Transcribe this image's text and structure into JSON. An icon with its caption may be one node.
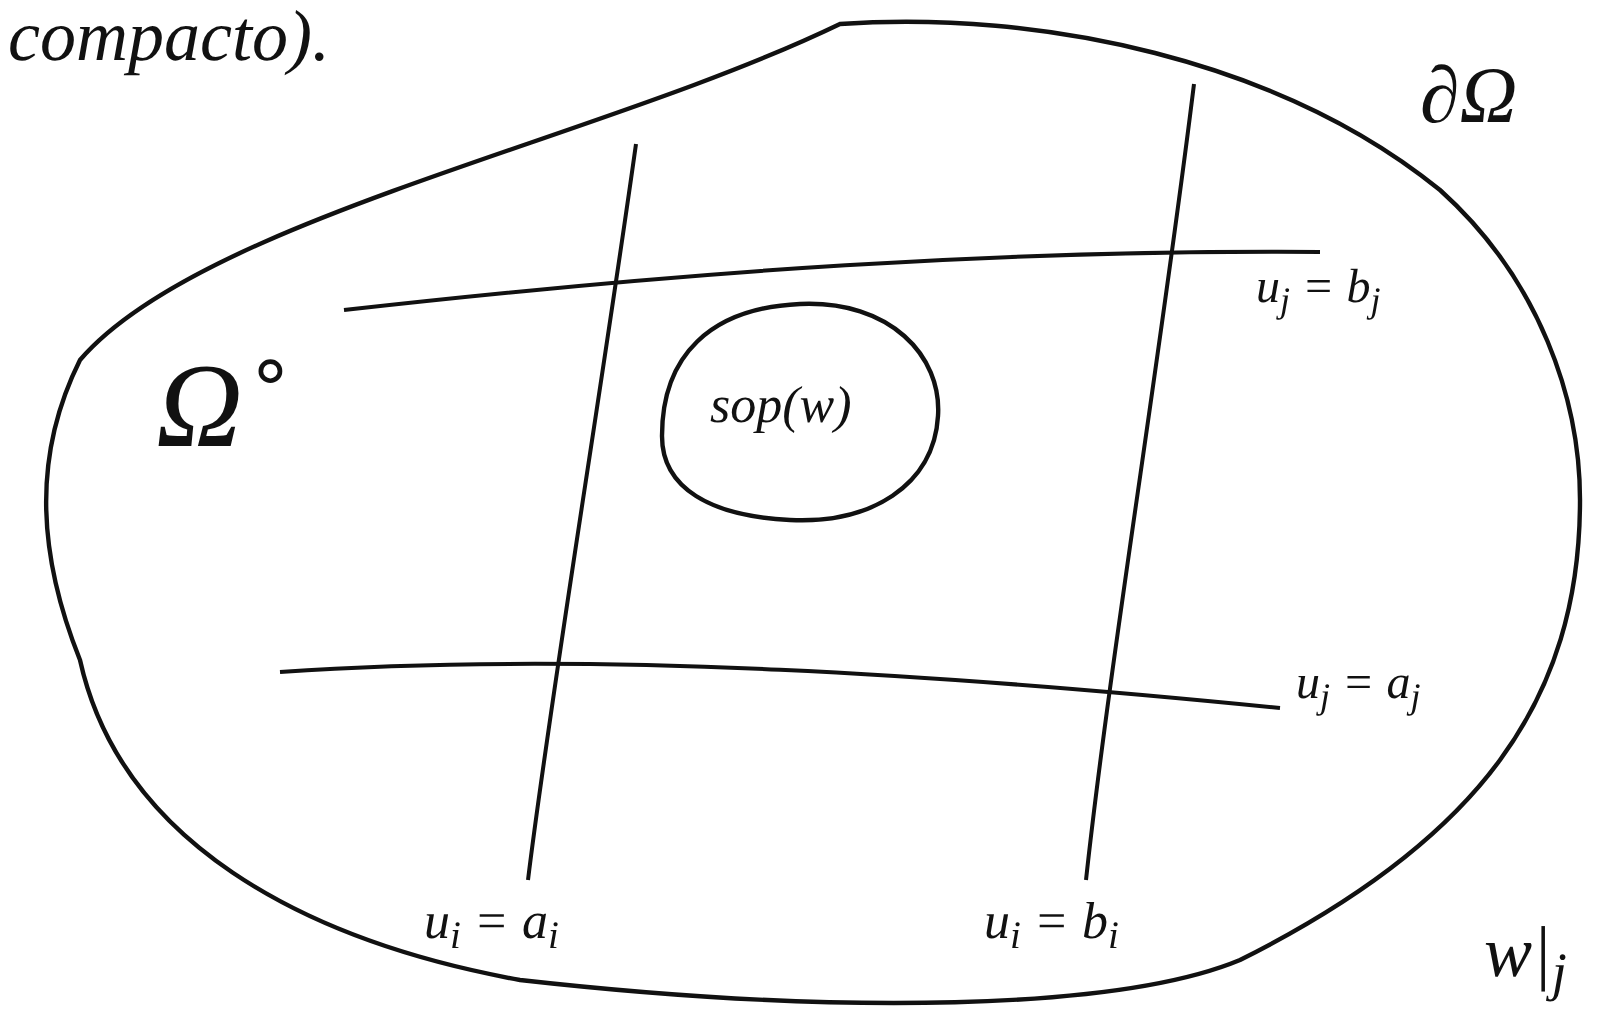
{
  "diagram": {
    "nodes": [
      {
        "text": [
          "Ω̊"
        ],
        "beside": [
          "∂Ω"
        ]
      },
      {
        "text": [
          "sop(w)"
        ],
        "in": 0
      }
    ],
    "labels": [
      "compacto).",
      "u$_{j}$ = b$_{j}$",
      "u$_{j}$ = a$_{j}$",
      "u$_{i}$ = a$_{i}$",
      "u$_{i}$ = b$_{i}$",
      "w|$_{j}$"
    ]
  }
}
